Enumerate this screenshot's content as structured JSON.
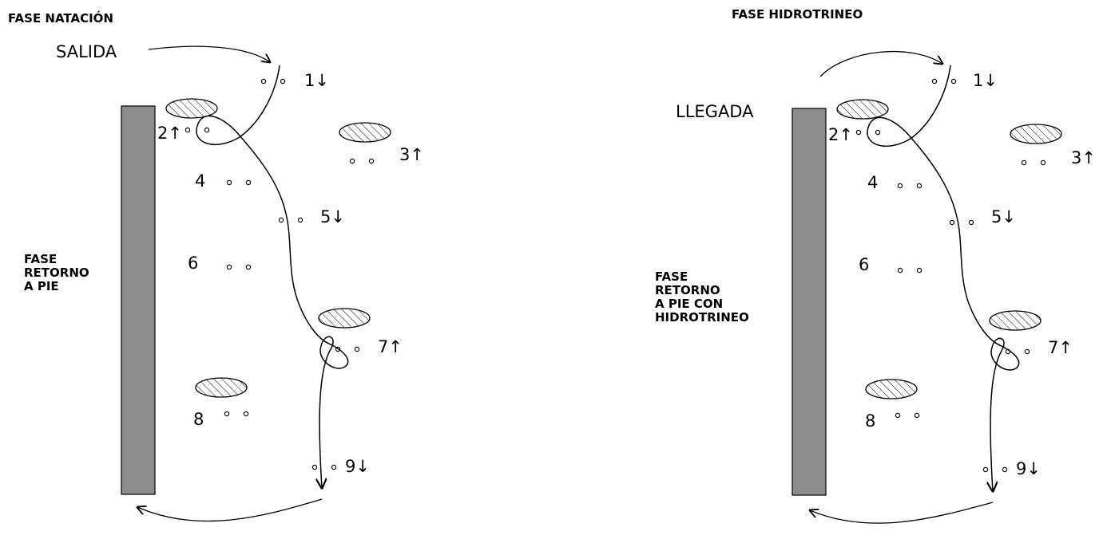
{
  "panels": [
    {
      "title": "FASE NATACIÓN",
      "start_label": "SALIDA",
      "side_label": [
        "FASE",
        "RETORNO",
        "A PIE"
      ],
      "stations": [
        {
          "num": "1",
          "arrow": "down"
        },
        {
          "num": "2",
          "arrow": "up"
        },
        {
          "num": "3",
          "arrow": "up"
        },
        {
          "num": "4",
          "arrow": ""
        },
        {
          "num": "5",
          "arrow": "down"
        },
        {
          "num": "6",
          "arrow": ""
        },
        {
          "num": "7",
          "arrow": "up"
        },
        {
          "num": "8",
          "arrow": ""
        },
        {
          "num": "9",
          "arrow": "down"
        }
      ]
    },
    {
      "title": "FASE HIDROTRINEO",
      "start_label": "LLEGADA",
      "side_label": [
        "FASE",
        "RETORNO",
        "A PIE CON",
        "HIDROTRINEO"
      ],
      "stations": [
        {
          "num": "1",
          "arrow": "down"
        },
        {
          "num": "2",
          "arrow": "up"
        },
        {
          "num": "3",
          "arrow": "up"
        },
        {
          "num": "4",
          "arrow": ""
        },
        {
          "num": "5",
          "arrow": "down"
        },
        {
          "num": "6",
          "arrow": ""
        },
        {
          "num": "7",
          "arrow": "up"
        },
        {
          "num": "8",
          "arrow": ""
        },
        {
          "num": "9",
          "arrow": "down"
        }
      ]
    }
  ],
  "colors": {
    "wall": "#8c8c8c",
    "ink": "#000000"
  },
  "arrow_symbols": {
    "up": "↑",
    "down": "↓"
  }
}
